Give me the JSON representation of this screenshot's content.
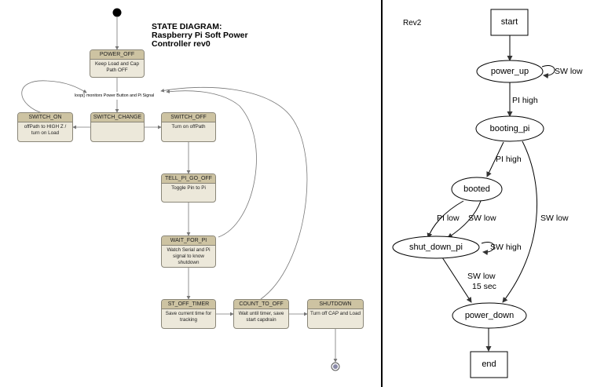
{
  "left": {
    "title_line1": "STATE DIAGRAM:",
    "title_line2": "Raspberry Pi Soft Power",
    "title_line3": "Controller rev0",
    "loop_label": "loop() monitors Power Button and Pi Signal",
    "states": {
      "power_off": {
        "name": "POWER_OFF",
        "desc": "Keep Load and Cap Path OFF"
      },
      "switch_on": {
        "name": "SWITCH_ON",
        "desc": "offPath to HIGH Z / turn on Load"
      },
      "switch_change": {
        "name": "SWITCH_CHANGE",
        "desc": ""
      },
      "switch_off": {
        "name": "SWITCH_OFF",
        "desc": "Turn on offPath"
      },
      "tell_pi_go_off": {
        "name": "TELL_PI_GO_OFF",
        "desc": "Toggle Pin to Pi"
      },
      "wait_for_pi": {
        "name": "WAIT_FOR_PI",
        "desc": "Watch Serial and Pi signal to know shutdown"
      },
      "st_off_timer": {
        "name": "ST_OFF_TIMER",
        "desc": "Save current time for tracking"
      },
      "count_to_off": {
        "name": "COUNT_TO_OFF",
        "desc": "Wait until timer, save start capdrain"
      },
      "shutdown": {
        "name": "SHUTDOWN",
        "desc": "Turn off CAP and Load"
      }
    }
  },
  "right": {
    "rev_label": "Rev2",
    "nodes": {
      "start": "start",
      "power_up": "power_up",
      "booting_pi": "booting_pi",
      "booted": "booted",
      "shut_down_pi": "shut_down_pi",
      "power_down": "power_down",
      "end": "end"
    },
    "edges": {
      "power_up_self": "SW low",
      "power_up_to_booting": "PI high",
      "booting_to_booted": "PI high",
      "booted_to_shutdown_left": "PI low",
      "booted_to_shutdown_right": "SW low",
      "booting_to_power_down": "SW low",
      "shutdown_self": "SW high",
      "shutdown_to_power_down_1": "SW low",
      "shutdown_to_power_down_2": "15 sec"
    }
  }
}
